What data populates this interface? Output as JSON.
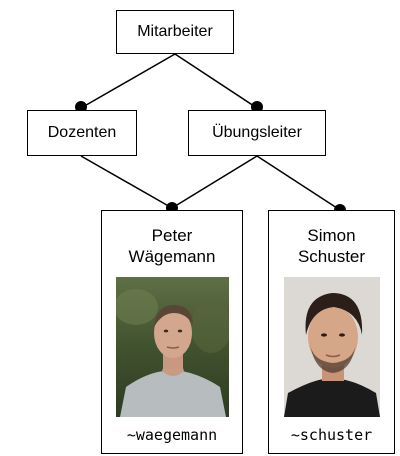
{
  "nodes": {
    "root": {
      "label": "Mitarbeiter"
    },
    "dozenten": {
      "label": "Dozenten"
    },
    "uebungsleiter": {
      "label": "Übungsleiter"
    },
    "peter": {
      "name_line1": "Peter",
      "name_line2": "Wägemann",
      "login": "~waegemann"
    },
    "simon": {
      "name_line1": "Simon",
      "name_line2": "Schuster",
      "login": "~schuster"
    }
  },
  "edges": [
    {
      "from": "Mitarbeiter",
      "to": "Dozenten"
    },
    {
      "from": "Mitarbeiter",
      "to": "Übungsleiter"
    },
    {
      "from": "Dozenten",
      "to": "Peter Wägemann"
    },
    {
      "from": "Übungsleiter",
      "to": "Peter Wägemann"
    },
    {
      "from": "Übungsleiter",
      "to": "Simon Schuster"
    }
  ],
  "colors": {
    "line": "#000000",
    "box_border": "#000000",
    "background": "#ffffff"
  }
}
